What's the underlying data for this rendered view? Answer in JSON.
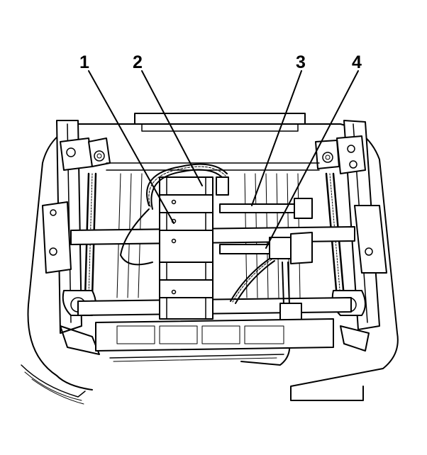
{
  "figure": {
    "callouts": [
      {
        "id": "callout-1",
        "label": "1"
      },
      {
        "id": "callout-2",
        "label": "2"
      },
      {
        "id": "callout-3",
        "label": "3"
      },
      {
        "id": "callout-4",
        "label": "4"
      }
    ]
  }
}
